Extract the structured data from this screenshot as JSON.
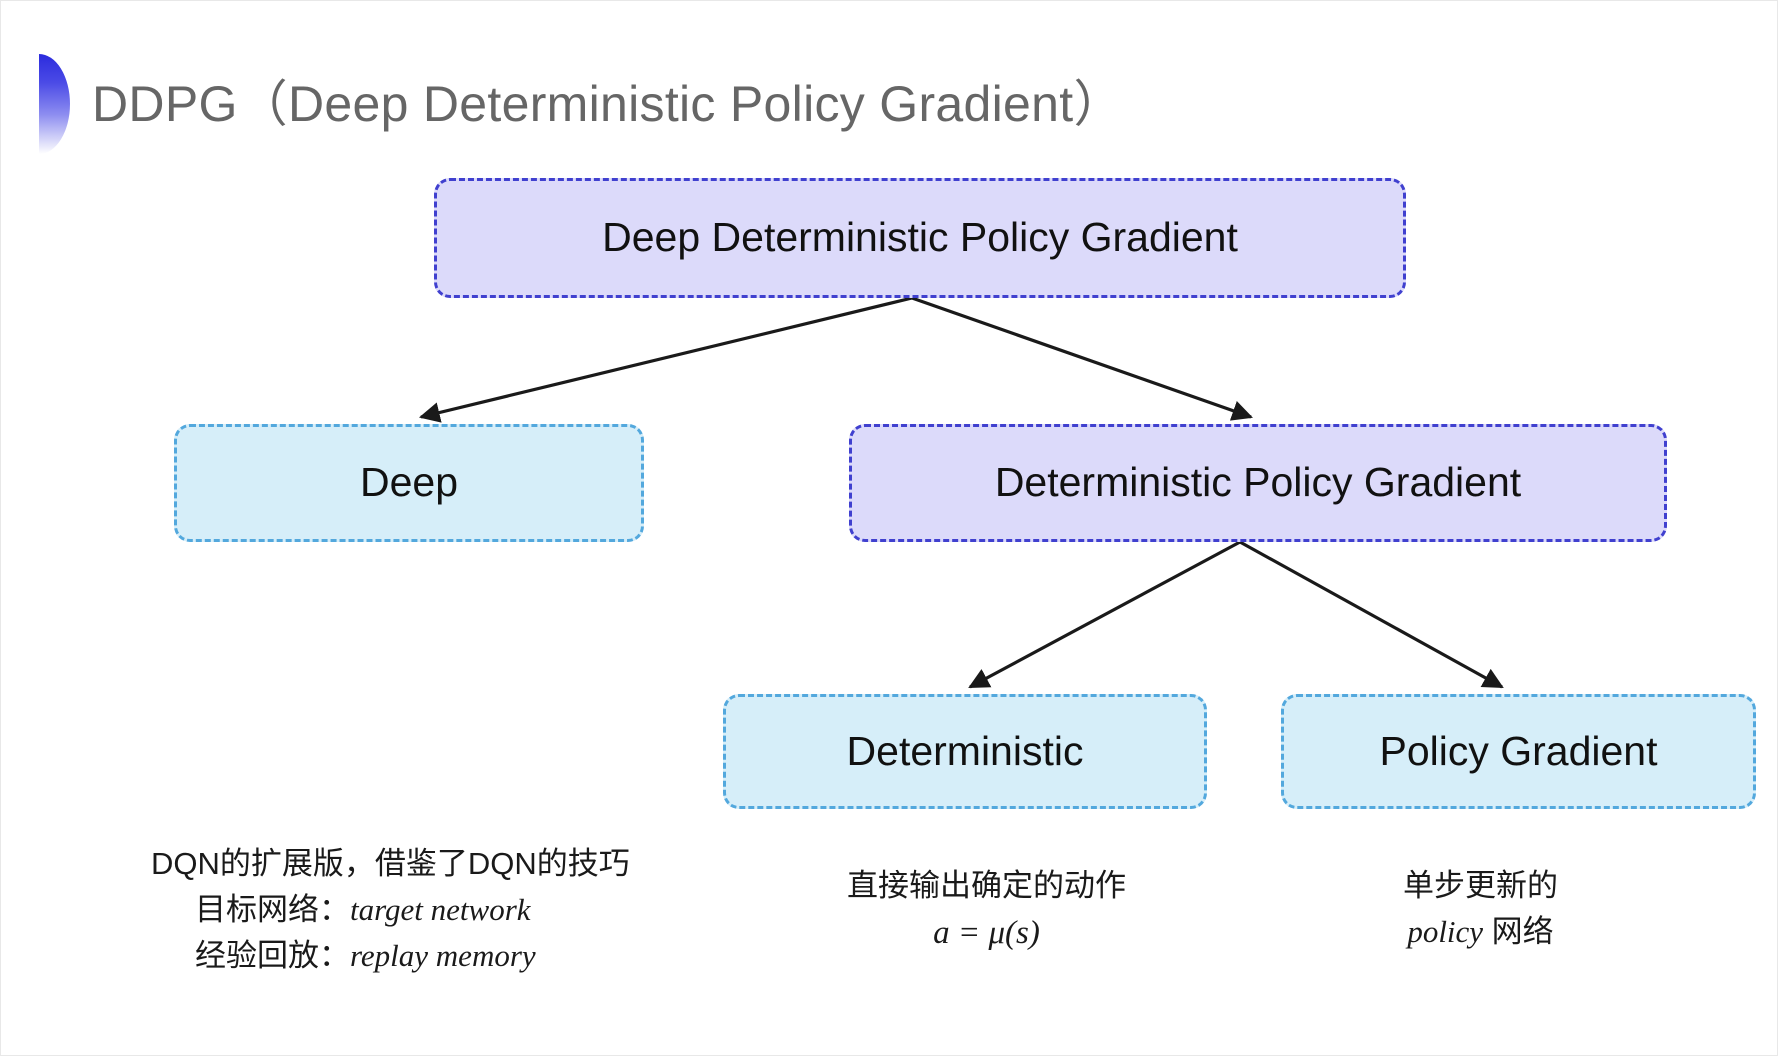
{
  "slide": {
    "title": "DDPG（Deep Deterministic Policy Gradient）",
    "bullet_icon": "half-circle-gradient-icon",
    "background_color": "#ffffff",
    "title_color": "#666666"
  },
  "palette": {
    "purple_fill": "#dcdafa",
    "purple_border": "#4040cf",
    "blue_fill": "#d6eef9",
    "blue_border": "#53a8dd",
    "arrow_color": "#1a1a1a",
    "bullet_gradient_top": "#2b2bdd",
    "bullet_gradient_bottom": "#ffffff"
  },
  "diagram": {
    "nodes": [
      {
        "id": "root",
        "label": "Deep Deterministic Policy Gradient",
        "style": "purple"
      },
      {
        "id": "deep",
        "label": "Deep",
        "style": "blue"
      },
      {
        "id": "dpg",
        "label": "Deterministic Policy Gradient",
        "style": "purple"
      },
      {
        "id": "deterministic",
        "label": "Deterministic",
        "style": "blue"
      },
      {
        "id": "policy_gradient",
        "label": "Policy Gradient",
        "style": "blue"
      }
    ],
    "edges": [
      {
        "from": "root",
        "to": "deep"
      },
      {
        "from": "root",
        "to": "dpg"
      },
      {
        "from": "dpg",
        "to": "deterministic"
      },
      {
        "from": "dpg",
        "to": "policy_gradient"
      }
    ]
  },
  "captions": {
    "left": {
      "line1": "DQN的扩展版，借鉴了DQN的技巧",
      "line2_label": "目标网络：",
      "line2_term": "target network",
      "line3_label": "经验回放：",
      "line3_term": "replay memory"
    },
    "middle": {
      "line1": "直接输出确定的动作",
      "formula": "a = μ(s)"
    },
    "right": {
      "line1": "单步更新的",
      "line2_term": "policy",
      "line2_suffix": " 网络"
    }
  }
}
